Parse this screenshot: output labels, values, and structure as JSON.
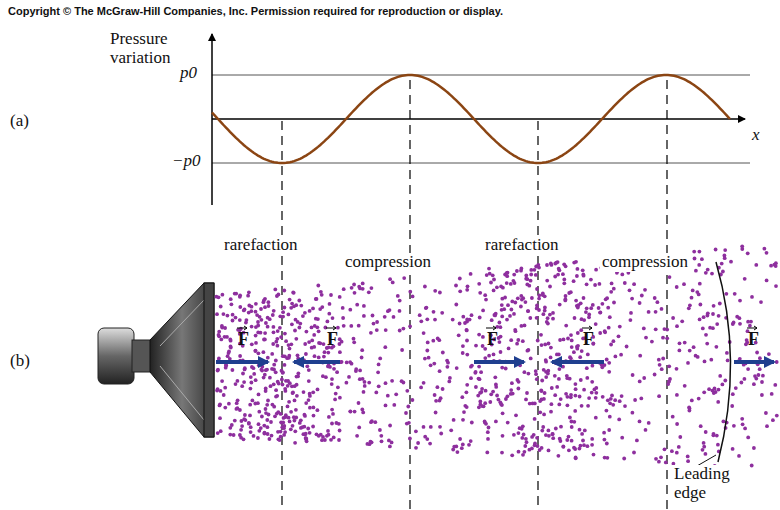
{
  "diagram": {
    "labels": [
      "Copyright © The McGraw-Hill Companies, Inc. Permission required for reproduction or display.",
      "Pressure variation",
      "p0",
      "−p0",
      "x",
      "(a)",
      "rarefaction",
      "compression",
      "rarefaction",
      "compression",
      "F",
      "F",
      "F",
      "F",
      "F",
      "(b)",
      "Leading edge"
    ]
  }
}
